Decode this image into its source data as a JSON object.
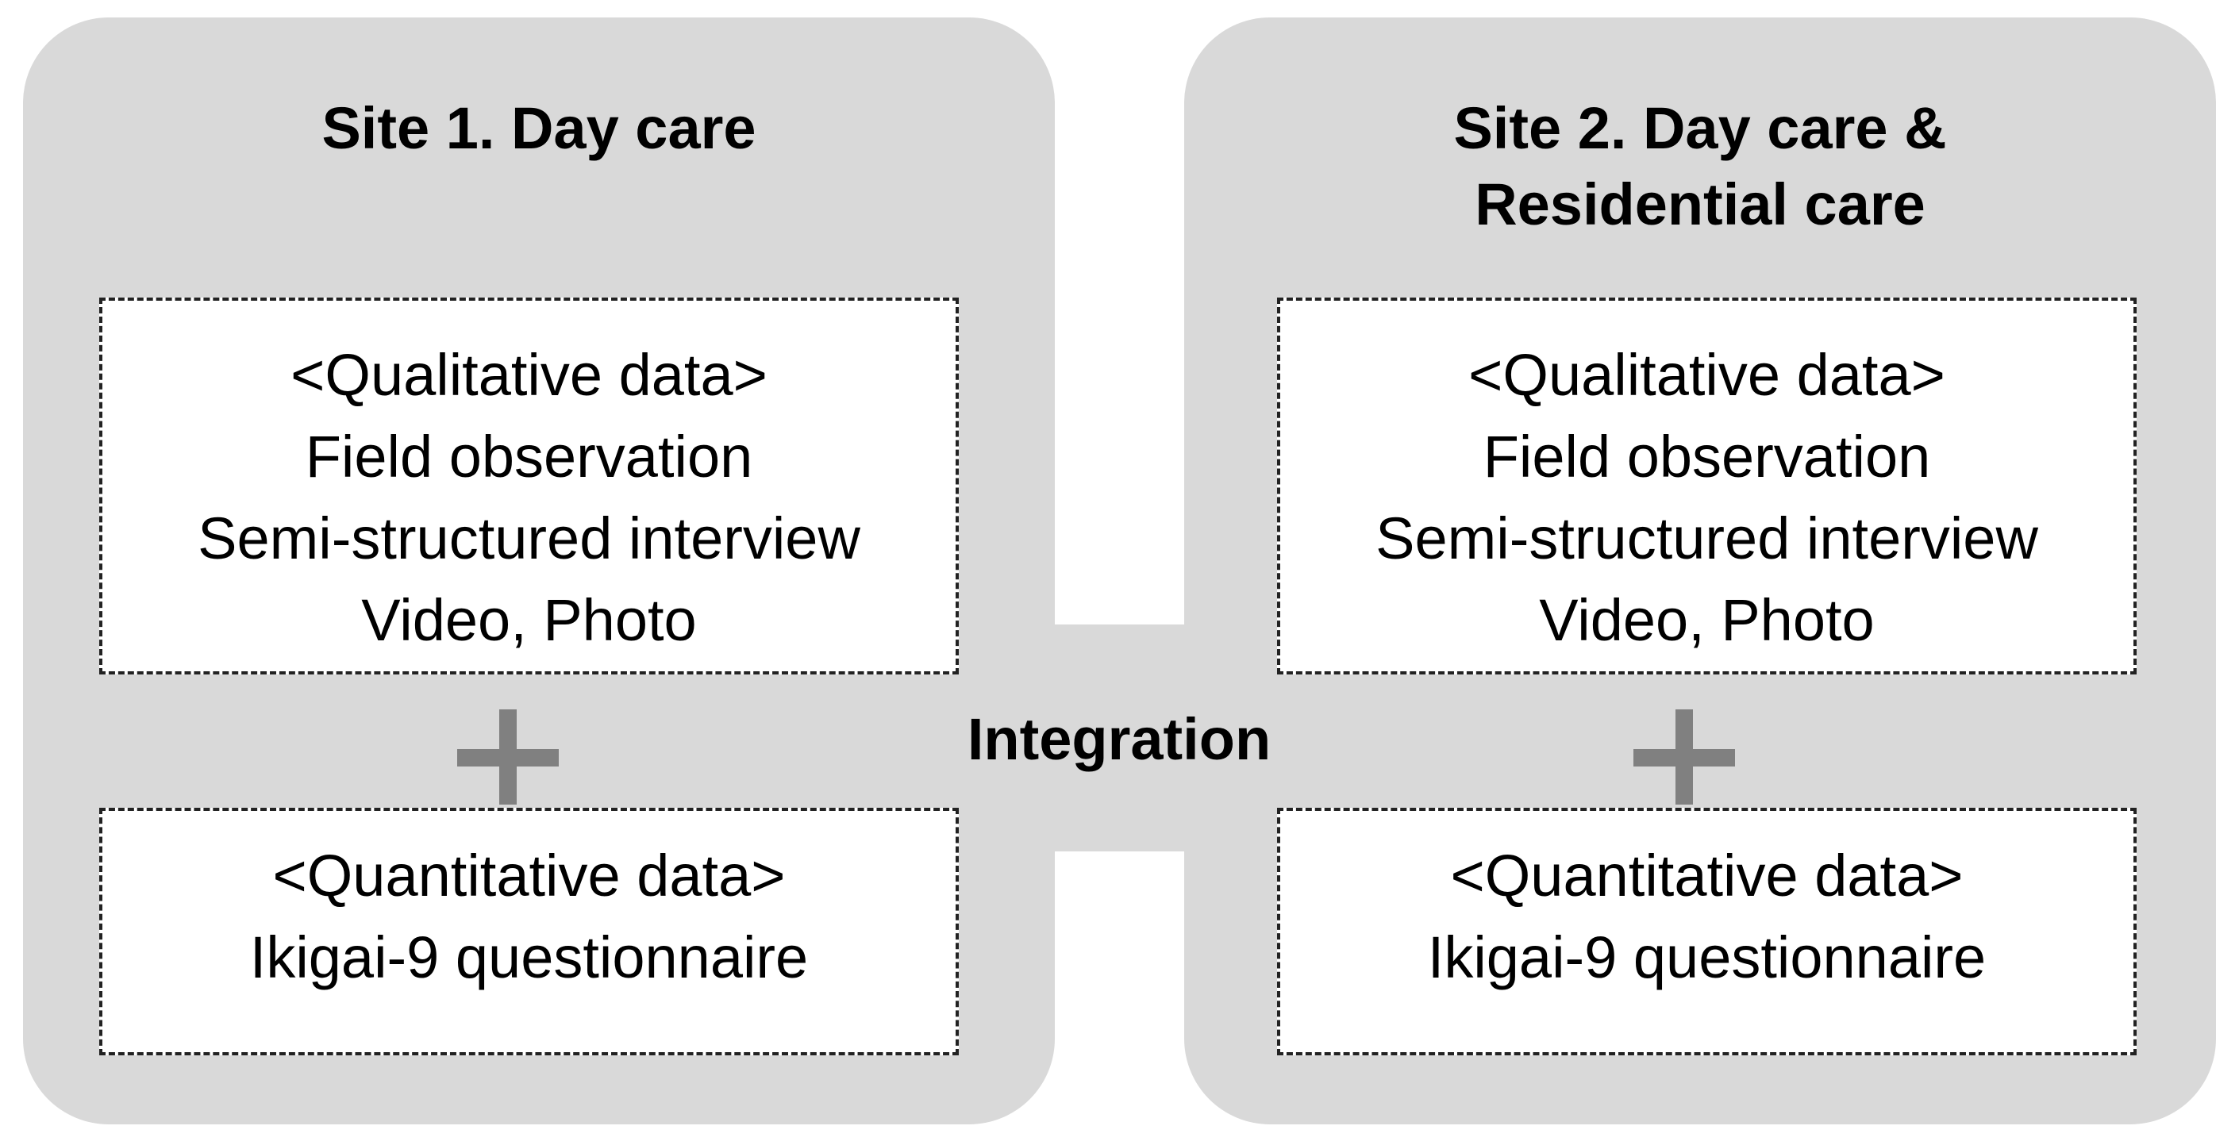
{
  "colors": {
    "panel_fill": "#d9d9d9",
    "box_fill": "#ffffff",
    "box_border": "#222222",
    "plus_color": "#808080",
    "text": "#000000"
  },
  "sites": [
    {
      "title_lines": [
        "Site 1. Day care"
      ],
      "qualitative": {
        "heading": "<Qualitative data>",
        "items": [
          "Field observation",
          "Semi-structured interview",
          "Video, Photo"
        ]
      },
      "plus_icon": "plus-icon",
      "quantitative": {
        "heading": "<Quantitative data>",
        "items": [
          "Ikigai-9 questionnaire"
        ]
      }
    },
    {
      "title_lines": [
        "Site 2. Day care &",
        "Residential care"
      ],
      "qualitative": {
        "heading": "<Qualitative data>",
        "items": [
          "Field observation",
          "Semi-structured interview",
          "Video, Photo"
        ]
      },
      "plus_icon": "plus-icon",
      "quantitative": {
        "heading": "<Quantitative data>",
        "items": [
          "Ikigai-9 questionnaire"
        ]
      }
    }
  ],
  "integration_label": "Integration"
}
